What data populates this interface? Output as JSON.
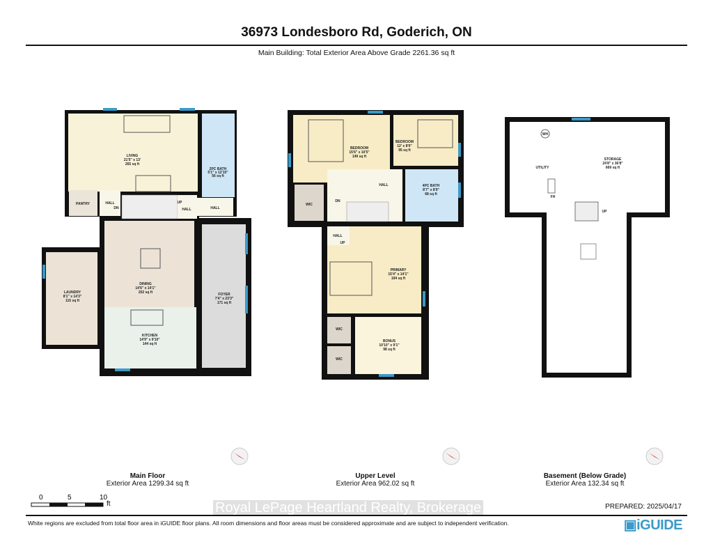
{
  "header": {
    "title": "36973 Londesboro Rd, Goderich, ON",
    "subtitle": "Main Building: Total Exterior Area Above Grade 2261.36 sq ft"
  },
  "floors": [
    {
      "name": "Main Floor",
      "area": "Exterior Area 1299.34 sq ft",
      "rooms": {
        "living": {
          "name": "LIVING",
          "dims": "21'5\" x 13'",
          "area": "265 sq ft"
        },
        "bath2": {
          "name": "2PC BATH",
          "dims": "5'1\" x 12'10\"",
          "area": "56 sq ft"
        },
        "pantry": {
          "name": "PANTRY"
        },
        "hall1": {
          "name": "HALL"
        },
        "hall2": {
          "name": "HALL"
        },
        "hall3": {
          "name": "HALL"
        },
        "dn": "DN",
        "up": "UP",
        "dining": {
          "name": "DINING",
          "dims": "14'6\" x 14'1\"",
          "area": "202 sq ft"
        },
        "laundry": {
          "name": "LAUNDRY",
          "dims": "8'1\" x 14'3\"",
          "area": "115 sq ft"
        },
        "kitchen": {
          "name": "KITCHEN",
          "dims": "14'9\" x 9'10\"",
          "area": "144 sq ft"
        },
        "foyer": {
          "name": "FOYER",
          "dims": "7'4\" x 23'3\"",
          "area": "171 sq ft"
        }
      }
    },
    {
      "name": "Upper Level",
      "area": "Exterior Area 962.02 sq ft",
      "rooms": {
        "bedroom1": {
          "name": "BEDROOM",
          "dims": "15'6\" x 10'5\"",
          "area": "149 sq ft"
        },
        "bedroom2": {
          "name": "BEDROOM",
          "dims": "12' x 8'9\"",
          "area": "95 sq ft"
        },
        "hall": {
          "name": "HALL"
        },
        "hall2": {
          "name": "HALL"
        },
        "dn": "DN",
        "up": "UP",
        "wic1": {
          "name": "WIC"
        },
        "wic2": {
          "name": "WIC"
        },
        "wic3": {
          "name": "WIC"
        },
        "bath4": {
          "name": "4PC BATH",
          "dims": "8'7\" x 8'9\"",
          "area": "68 sq ft"
        },
        "primary": {
          "name": "PRIMARY",
          "dims": "15'4\" x 14'1\"",
          "area": "194 sq ft"
        },
        "bonus": {
          "name": "BONUS",
          "dims": "10'10\" x 9'1\"",
          "area": "98 sq ft"
        }
      }
    },
    {
      "name": "Basement (Below Grade)",
      "area": "Exterior Area 132.34 sq ft",
      "rooms": {
        "storage": {
          "name": "STORAGE",
          "dims": "24'8\" x 36'8\"",
          "area": "669 sq ft"
        },
        "utility": {
          "name": "UTILITY"
        },
        "wh": "WH",
        "fh": "FH",
        "up": "UP"
      }
    }
  ],
  "scale": {
    "ticks": [
      "0",
      "5",
      "10"
    ],
    "unit": "ft"
  },
  "watermark": "Royal LePage Heartland Realty, Brokerage",
  "prepared": "PREPARED: 2025/04/17",
  "disclaimer": "White regions are excluded from total floor area in iGUIDE floor plans. All room dimensions and floor areas must be considered approximate and are subject to independent verification.",
  "logo": "iGUIDE",
  "colors": {
    "living": "#f8f3d8",
    "bath": "#cfe6f6",
    "dining": "#ece3d6",
    "foyer": "#dcdcdc",
    "kitchen": "#e9f1ea",
    "closet": "#ddd6cc",
    "wall": "#111111",
    "window": "#3a9ac9",
    "bedroom": "#f8ecc6"
  }
}
